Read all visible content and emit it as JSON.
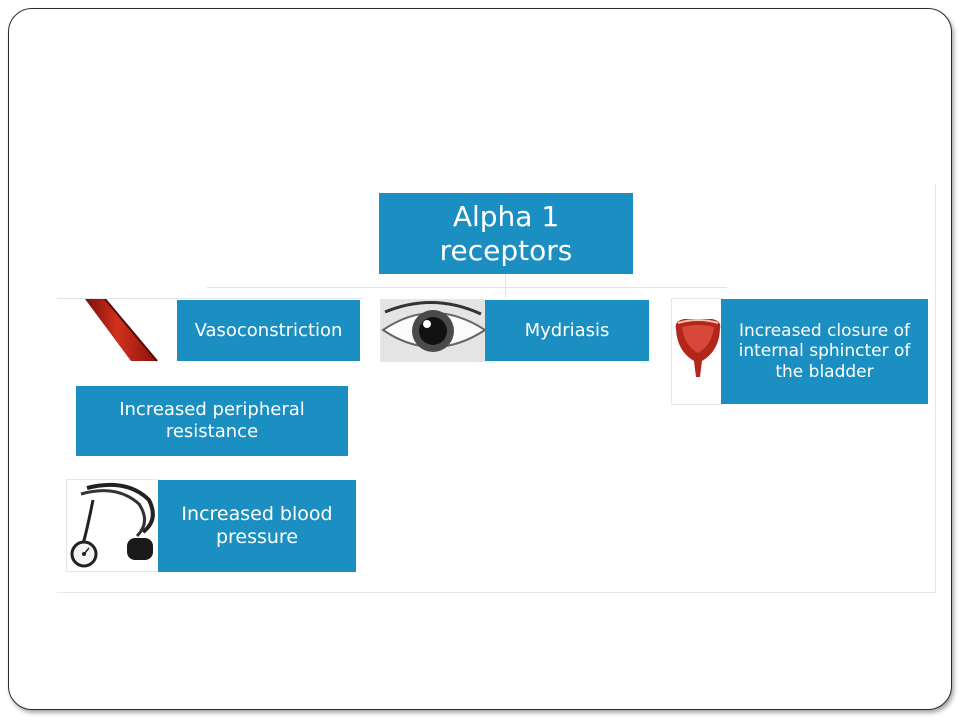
{
  "diagram": {
    "root": "Alpha 1 receptors",
    "effects": {
      "vasoconstriction": "Vasoconstriction",
      "mydriasis": "Mydriasis",
      "bladder": "Increased closure of internal sphincter of the bladder",
      "peripheral_resistance": "Increased peripheral resistance",
      "blood_pressure": "Increased blood pressure"
    },
    "images": [
      "blood-vessel",
      "eye",
      "bladder",
      "sphygmomanometer"
    ]
  },
  "colors": {
    "box_fill": "#1b8fc1",
    "box_text": "#ffffff",
    "frame_border": "#2b2b2b",
    "connector": "#dde6ee"
  }
}
